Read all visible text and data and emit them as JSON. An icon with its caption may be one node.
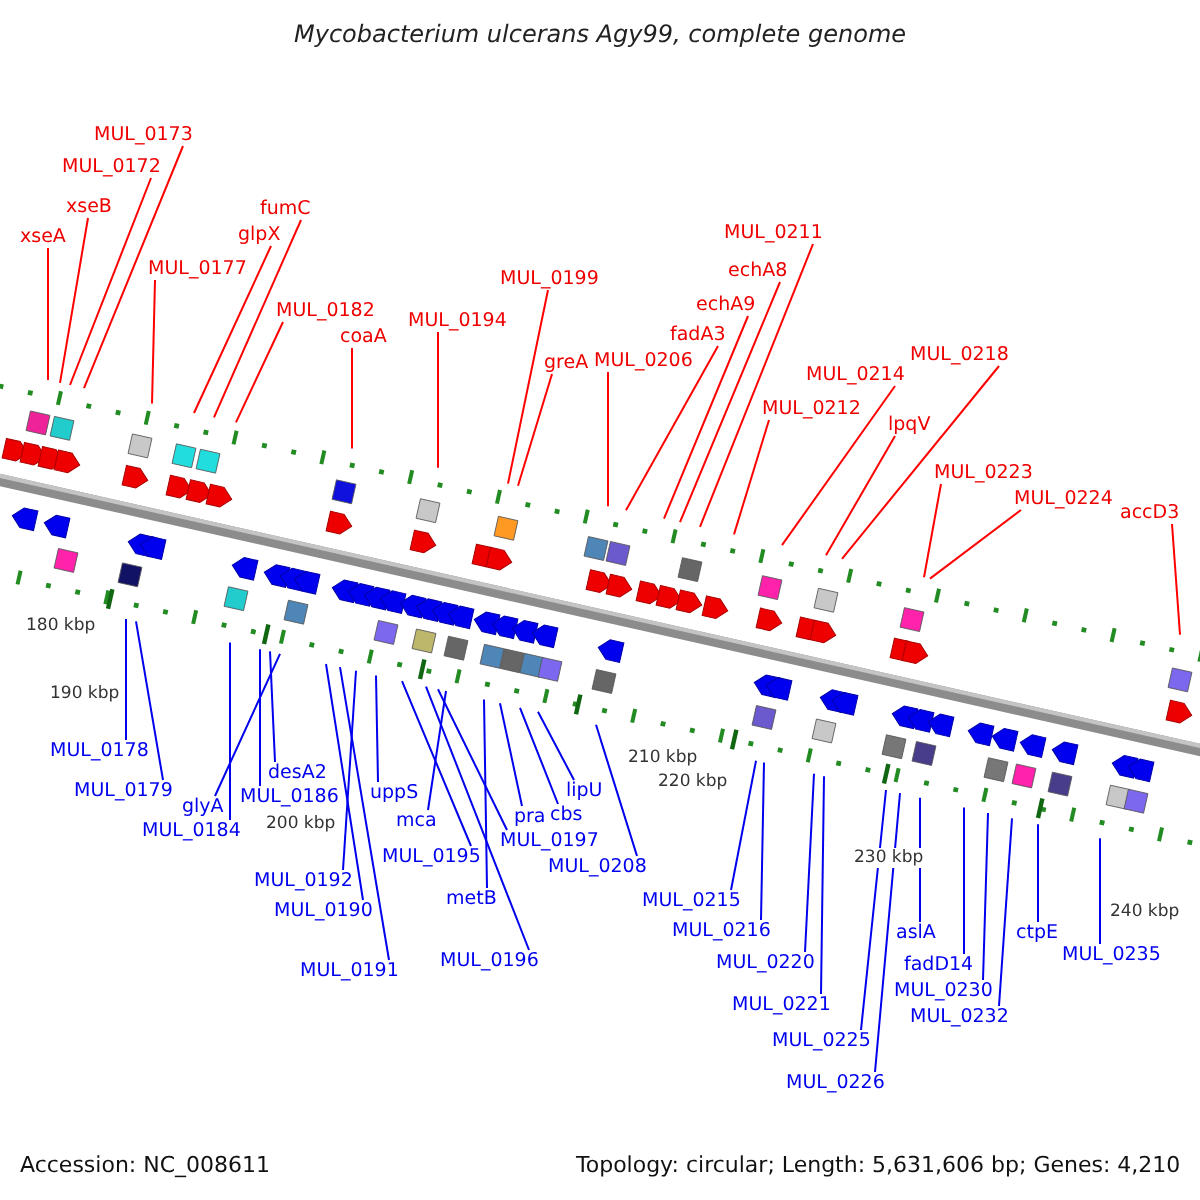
{
  "diagram": {
    "title": "Mycobacterium ulcerans Agy99, complete genome",
    "nodes": [
      {
        "text": [
          "xseA"
        ]
      },
      {
        "text": [
          "xseB"
        ]
      },
      {
        "text": [
          "MUL_0172"
        ]
      },
      {
        "text": [
          "MUL_0173"
        ]
      },
      {
        "text": [
          "MUL_0177"
        ]
      },
      {
        "text": [
          "glpX"
        ]
      },
      {
        "text": [
          "fumC"
        ]
      },
      {
        "text": [
          "MUL_0182"
        ]
      },
      {
        "text": [
          "coaA"
        ]
      },
      {
        "text": [
          "MUL_0194"
        ]
      },
      {
        "text": [
          "MUL_0199"
        ]
      },
      {
        "text": [
          "greA"
        ]
      },
      {
        "text": [
          "MUL_0206"
        ]
      },
      {
        "text": [
          "fadA3"
        ]
      },
      {
        "text": [
          "echA9"
        ]
      },
      {
        "text": [
          "echA8"
        ]
      },
      {
        "text": [
          "MUL_0211"
        ]
      },
      {
        "text": [
          "MUL_0212"
        ]
      },
      {
        "text": [
          "MUL_0214"
        ]
      },
      {
        "text": [
          "lpqV"
        ]
      },
      {
        "text": [
          "MUL_0218"
        ]
      },
      {
        "text": [
          "MUL_0223"
        ]
      },
      {
        "text": [
          "MUL_0224"
        ]
      },
      {
        "text": [
          "accD3"
        ]
      },
      {
        "text": [
          "MUL_0178"
        ]
      },
      {
        "text": [
          "MUL_0179"
        ]
      },
      {
        "text": [
          "MUL_0184"
        ]
      },
      {
        "text": [
          "MUL_0186"
        ]
      },
      {
        "text": [
          "desA2"
        ]
      },
      {
        "text": [
          "glyA"
        ]
      },
      {
        "text": [
          "MUL_0190"
        ]
      },
      {
        "text": [
          "MUL_0191"
        ]
      },
      {
        "text": [
          "MUL_0192"
        ]
      },
      {
        "text": [
          "uppS"
        ]
      },
      {
        "text": [
          "MUL_0195"
        ]
      },
      {
        "text": [
          "MUL_0196"
        ]
      },
      {
        "text": [
          "MUL_0197"
        ]
      },
      {
        "text": [
          "mca"
        ]
      },
      {
        "text": [
          "metB"
        ]
      },
      {
        "text": [
          "pra"
        ]
      },
      {
        "text": [
          "cbs"
        ]
      },
      {
        "text": [
          "lipU"
        ]
      },
      {
        "text": [
          "MUL_0208"
        ]
      },
      {
        "text": [
          "MUL_0215"
        ]
      },
      {
        "text": [
          "MUL_0216"
        ]
      },
      {
        "text": [
          "MUL_0220"
        ]
      },
      {
        "text": [
          "MUL_0221"
        ]
      },
      {
        "text": [
          "MUL_0225"
        ]
      },
      {
        "text": [
          "MUL_0226"
        ]
      },
      {
        "text": [
          "aslA"
        ]
      },
      {
        "text": [
          "fadD14"
        ]
      },
      {
        "text": [
          "MUL_0230"
        ]
      },
      {
        "text": [
          "MUL_0232"
        ]
      },
      {
        "text": [
          "ctpE"
        ]
      },
      {
        "text": [
          "MUL_0235"
        ]
      }
    ],
    "edges": [
      {
        "from": 0,
        "to": null,
        "arrow": "none",
        "color": "#ff0000"
      },
      {
        "from": 1,
        "to": null,
        "arrow": "none",
        "color": "#ff0000"
      },
      {
        "from": 2,
        "to": null,
        "arrow": "none",
        "color": "#ff0000"
      },
      {
        "from": 3,
        "to": null,
        "arrow": "none",
        "color": "#ff0000"
      },
      {
        "from": 4,
        "to": null,
        "arrow": "none",
        "color": "#ff0000"
      },
      {
        "from": 5,
        "to": null,
        "arrow": "none",
        "color": "#ff0000"
      },
      {
        "from": 6,
        "to": null,
        "arrow": "none",
        "color": "#ff0000"
      },
      {
        "from": 7,
        "to": null,
        "arrow": "none",
        "color": "#ff0000"
      },
      {
        "from": 8,
        "to": null,
        "arrow": "none",
        "color": "#ff0000"
      },
      {
        "from": 9,
        "to": null,
        "arrow": "none",
        "color": "#ff0000"
      },
      {
        "from": 10,
        "to": null,
        "arrow": "none",
        "color": "#ff0000"
      },
      {
        "from": 11,
        "to": null,
        "arrow": "none",
        "color": "#ff0000"
      },
      {
        "from": 12,
        "to": null,
        "arrow": "none",
        "color": "#ff0000"
      },
      {
        "from": 13,
        "to": null,
        "arrow": "none",
        "color": "#ff0000"
      },
      {
        "from": 14,
        "to": null,
        "arrow": "none",
        "color": "#ff0000"
      },
      {
        "from": 15,
        "to": null,
        "arrow": "none",
        "color": "#ff0000"
      },
      {
        "from": 16,
        "to": null,
        "arrow": "none",
        "color": "#ff0000"
      },
      {
        "from": 17,
        "to": null,
        "arrow": "none",
        "color": "#ff0000"
      },
      {
        "from": 18,
        "to": null,
        "arrow": "none",
        "color": "#ff0000"
      },
      {
        "from": 19,
        "to": null,
        "arrow": "none",
        "color": "#ff0000"
      },
      {
        "from": 20,
        "to": null,
        "arrow": "none",
        "color": "#ff0000"
      },
      {
        "from": 21,
        "to": null,
        "arrow": "none",
        "color": "#ff0000"
      },
      {
        "from": 22,
        "to": null,
        "arrow": "none",
        "color": "#ff0000"
      },
      {
        "from": 23,
        "to": null,
        "arrow": "none",
        "color": "#ff0000"
      },
      {
        "from": 24,
        "to": null,
        "arrow": "none"
      },
      {
        "from": 25,
        "to": null,
        "arrow": "none"
      },
      {
        "from": 26,
        "to": null,
        "arrow": "none"
      },
      {
        "from": 27,
        "to": null,
        "arrow": "none"
      },
      {
        "from": 28,
        "to": null,
        "arrow": "none"
      },
      {
        "from": 29,
        "to": null,
        "arrow": "none"
      },
      {
        "from": 30,
        "to": null,
        "arrow": "none"
      },
      {
        "from": 31,
        "to": null,
        "arrow": "none"
      },
      {
        "from": 32,
        "to": null,
        "arrow": "none"
      },
      {
        "from": 33,
        "to": null,
        "arrow": "none"
      },
      {
        "from": 34,
        "to": null,
        "arrow": "none"
      },
      {
        "from": 35,
        "to": null,
        "arrow": "none"
      },
      {
        "from": 36,
        "to": null,
        "arrow": "none"
      },
      {
        "from": 37,
        "to": null,
        "arrow": "none"
      },
      {
        "from": 38,
        "to": null,
        "arrow": "none"
      },
      {
        "from": 39,
        "to": null,
        "arrow": "none"
      },
      {
        "from": 40,
        "to": null,
        "arrow": "none"
      },
      {
        "from": 41,
        "to": null,
        "arrow": "none"
      },
      {
        "from": 42,
        "to": null,
        "arrow": "none"
      },
      {
        "from": 43,
        "to": null,
        "arrow": "none"
      },
      {
        "from": 44,
        "to": null,
        "arrow": "none"
      },
      {
        "from": 45,
        "to": null,
        "arrow": "none"
      },
      {
        "from": 46,
        "to": null,
        "arrow": "none"
      },
      {
        "from": 47,
        "to": null,
        "arrow": "none"
      },
      {
        "from": 48,
        "to": null,
        "arrow": "none"
      },
      {
        "from": 49,
        "to": null,
        "arrow": "none"
      },
      {
        "from": 50,
        "to": null,
        "arrow": "none"
      },
      {
        "from": 51,
        "to": null,
        "arrow": "none"
      },
      {
        "from": 52,
        "to": null,
        "arrow": "none"
      },
      {
        "from": 53,
        "to": null,
        "arrow": "none"
      },
      {
        "from": 54,
        "to": null,
        "arrow": "none"
      }
    ],
    "labels": [
      "180 kbp",
      "190 kbp",
      "200 kbp",
      "210 kbp",
      "220 kbp",
      "230 kbp",
      "240 kbp",
      "Accession: NC_008611",
      "Topology: circular; Length: 5,631,606 bp; Genes: 4,210"
    ]
  }
}
